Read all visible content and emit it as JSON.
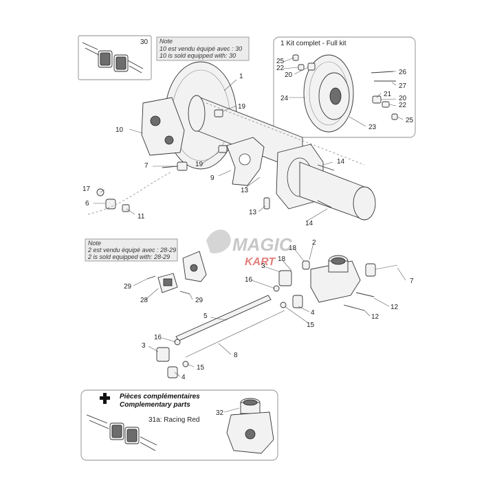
{
  "kit_full": {
    "title": "1 Kit complet - Full kit"
  },
  "note_top": {
    "heading": "Note",
    "line1": "10 est vendu équipé avec : 30",
    "line2": "10 is sold equipped with: 30"
  },
  "note_mid": {
    "heading": "Note",
    "line1": "2 est vendu équipé avec : 28-29",
    "line2": "2 is sold equipped with: 28-29"
  },
  "complementary": {
    "title_fr": "Pièces complémentaires",
    "title_en": "Complementary parts",
    "variant": "31a: Racing Red"
  },
  "watermark": {
    "line1": "MAGIC",
    "line2": "KART"
  },
  "callouts": [
    "30",
    "1",
    "19",
    "10",
    "7",
    "19",
    "9",
    "13",
    "14",
    "17",
    "6",
    "11",
    "13",
    "14",
    "25",
    "22",
    "20",
    "24",
    "26",
    "21",
    "27",
    "20",
    "22",
    "23",
    "25",
    "2",
    "18",
    "3",
    "18",
    "7",
    "29",
    "16",
    "28",
    "29",
    "12",
    "5",
    "4",
    "15",
    "12",
    "16",
    "3",
    "8",
    "15",
    "4",
    "32"
  ],
  "colors": {
    "watermark_red": "#d9534f",
    "watermark_gray": "#b5b5b5"
  }
}
